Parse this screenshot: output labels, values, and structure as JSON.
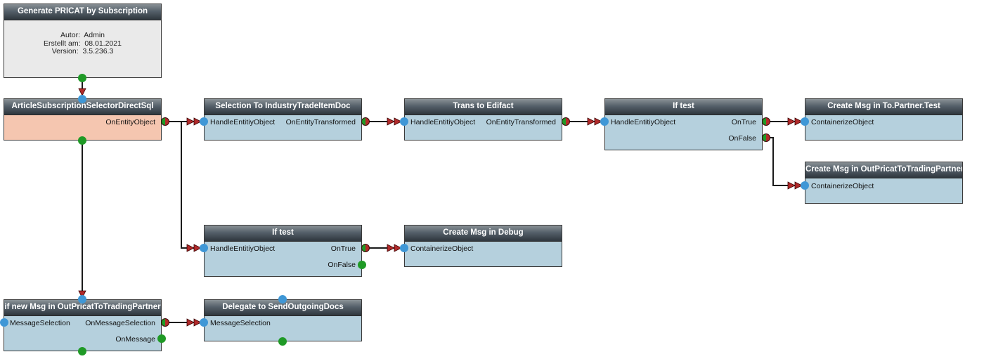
{
  "diagram": {
    "colors": {
      "wire": "#1a1a1a",
      "arrow": "#b12a2a",
      "input_pin": "#3f97d6",
      "output_pin": "#b52a2a",
      "idle_pin": "#1f9a26",
      "node_body": "#b5d0dd",
      "source_body": "#f5c6b0",
      "info_body": "#eaeaea"
    },
    "info": {
      "title": "Generate PRICAT by Subscription",
      "author_label": "Autor:",
      "author": "Admin",
      "created_label": "Erstellt am:",
      "created": "08.01.2021",
      "version_label": "Version:",
      "version": "3.5.236.3"
    },
    "nodes": {
      "selector": {
        "title": "ArticleSubscriptionSelectorDirectSql",
        "out1": "OnEntityObject"
      },
      "sel_doc": {
        "title": "Selection To IndustryTradeItemDoc",
        "in1": "HandleEntitiyObject",
        "out1": "OnEntityTransformed"
      },
      "edifact": {
        "title": "Trans to Edifact",
        "in1": "HandleEntitiyObject",
        "out1": "OnEntityTransformed"
      },
      "iftest1": {
        "title": "If test",
        "in1": "HandleEntitiyObject",
        "out1": "OnTrue",
        "out2": "OnFalse"
      },
      "msg_partner": {
        "title": "Create Msg in To.Partner.Test",
        "in1": "ContainerizeObject"
      },
      "msg_outpricat": {
        "title": "Create Msg in OutPricatToTradingPartner",
        "in1": "ContainerizeObject"
      },
      "iftest2": {
        "title": "If test",
        "in1": "HandleEntitiyObject",
        "out1": "OnTrue",
        "out2": "OnFalse"
      },
      "msg_debug": {
        "title": "Create Msg in Debug",
        "in1": "ContainerizeObject"
      },
      "ifnew": {
        "title": "if new Msg in OutPricatToTradingPartner",
        "in1": "MessageSelection",
        "out1": "OnMessageSelection",
        "out2": "OnMessage"
      },
      "delegate": {
        "title": "Delegate to SendOutgoingDocs",
        "in1": "MessageSelection"
      }
    }
  }
}
